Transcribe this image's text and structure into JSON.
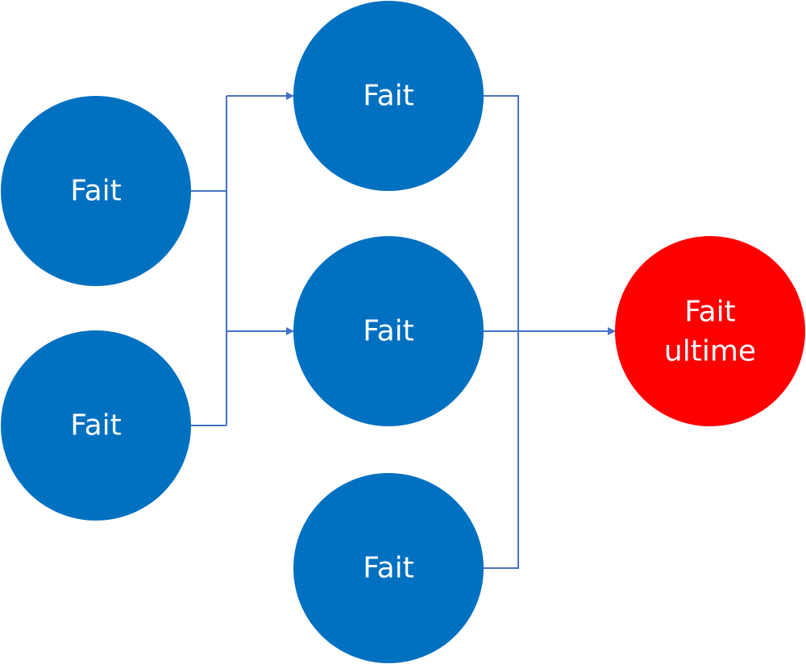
{
  "colors": {
    "node": "#0070c0",
    "final_node": "#ff0000",
    "connector": "#4472c4",
    "label": "#ffffff"
  },
  "nodes": {
    "left_top": {
      "label": "Fait"
    },
    "left_bottom": {
      "label": "Fait"
    },
    "middle_top": {
      "label": "Fait"
    },
    "middle_center": {
      "label": "Fait"
    },
    "middle_bottom": {
      "label": "Fait"
    },
    "final": {
      "label_line1": "Fait",
      "label_line2": "ultime"
    }
  }
}
